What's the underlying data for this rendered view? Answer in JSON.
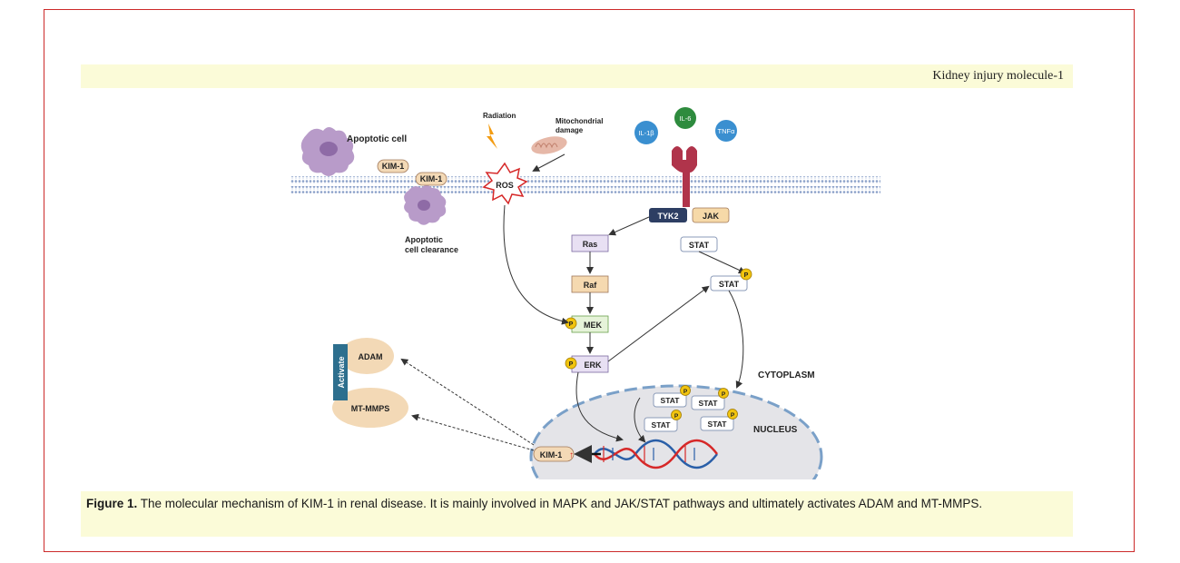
{
  "header": {
    "title": "Kidney injury molecule-1"
  },
  "caption": {
    "label": "Figure 1.",
    "text": " The molecular mechanism of KIM-1 in renal disease. It is mainly involved in MAPK and JAK/STAT pathways and ultimately activates ADAM and MT-MMPS."
  },
  "diagram": {
    "apoptotic_cell": "Apoptotic cell",
    "apoptotic_clearance_1": "Apoptotic",
    "apoptotic_clearance_2": "cell clearance",
    "kim1": "KIM-1",
    "radiation": "Radiation",
    "mito_1": "Mitochondrial",
    "mito_2": "damage",
    "ros": "ROS",
    "il1b": "IL-1β",
    "il6": "IL-6",
    "tnfa": "TNFα",
    "tyk2": "TYK2",
    "jak": "JAK",
    "stat": "STAT",
    "ras": "Ras",
    "raf": "Raf",
    "mek": "MEK",
    "erk": "ERK",
    "p": "P",
    "adam": "ADAM",
    "mtmmps": "MT-MMPS",
    "activate": "Activate",
    "cytoplasm": "CYTOPLASM",
    "nucleus": "NUCLEUS",
    "kim1_up": "KIM-1",
    "up_arrow": "↑"
  },
  "colors": {
    "frame": "#cc2a2a",
    "band": "#fbfbd8",
    "kinase_box": "#e8e0f3",
    "raf_box": "#f5d9b0",
    "mek_box": "#e6f3d9",
    "tyk2_box": "#2d3e63",
    "jak_box": "#f6d9a8",
    "dna_red": "#d62828",
    "dna_blue": "#2a5fa8",
    "activate_bar": "#2d6f8e",
    "p_badge": "#f1c40f"
  }
}
